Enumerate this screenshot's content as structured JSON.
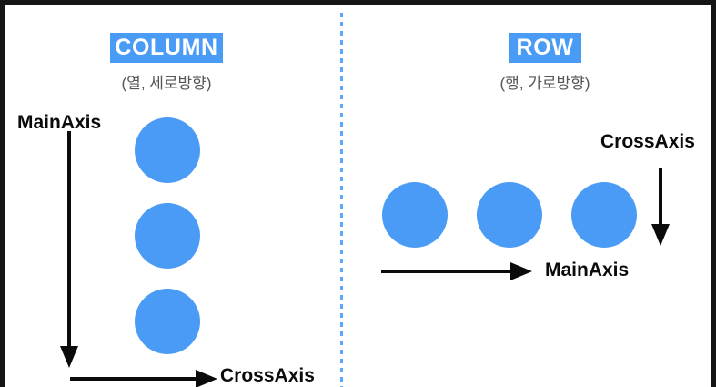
{
  "diagram": {
    "title_hidden": "",
    "accent_color": "#4a9bf5",
    "divider_color": "#5aa8f8",
    "text_color": "#0b0b0b",
    "subtitle_color": "#555555",
    "background_color": "#ffffff",
    "border_color": "#151515"
  },
  "column_panel": {
    "badge_label": "COLUMN",
    "subtitle": "(열, 세로방향)",
    "main_axis_label": "MainAxis",
    "main_axis_direction": "down",
    "cross_axis_label": "CrossAxis",
    "cross_axis_direction": "right",
    "item_count": 3,
    "items": [
      {
        "name": "circle-1"
      },
      {
        "name": "circle-2"
      },
      {
        "name": "circle-3"
      }
    ]
  },
  "row_panel": {
    "badge_label": "ROW",
    "subtitle": "(행, 가로방향)",
    "main_axis_label": "MainAxis",
    "main_axis_direction": "right",
    "cross_axis_label": "CrossAxis",
    "cross_axis_direction": "down",
    "item_count": 3,
    "items": [
      {
        "name": "circle-1"
      },
      {
        "name": "circle-2"
      },
      {
        "name": "circle-3"
      }
    ]
  }
}
